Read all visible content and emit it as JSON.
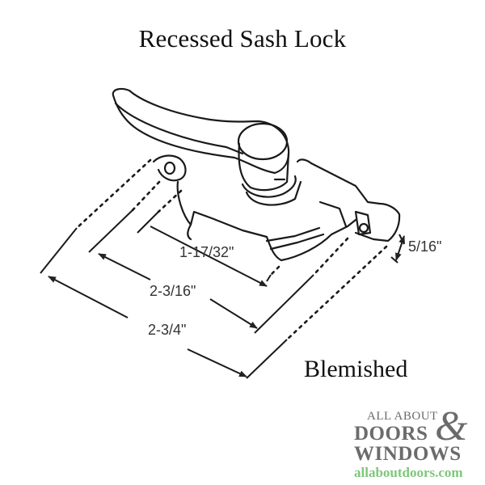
{
  "title": "Recessed Sash Lock",
  "status_label": "Blemished",
  "dimensions": {
    "inner_length": "1-17/32\"",
    "middle_length": "2-3/16\"",
    "outer_length": "2-3/4\"",
    "height": "5/16\""
  },
  "logo": {
    "line1": "ALL ABOUT",
    "line2": "DOORS",
    "ampersand": "&",
    "line3": "WINDOWS",
    "url": "allaboutdoors.com",
    "text_color": "#6b6b6b",
    "url_color": "#7ec77a"
  }
}
